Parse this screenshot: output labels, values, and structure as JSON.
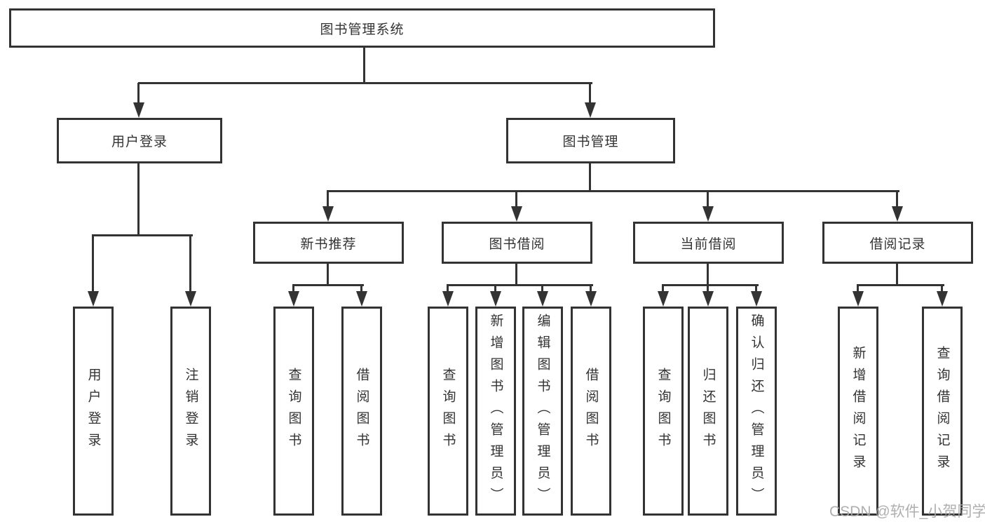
{
  "nodes": {
    "root": "图书管理系统",
    "user_login": "用户登录",
    "book_mgmt": "图书管理",
    "new_book_rec": "新书推荐",
    "book_borrow": "图书借阅",
    "current_borrow": "当前借阅",
    "borrow_record": "借阅记录",
    "ul_leaf1": "用户登录",
    "ul_leaf2": "注销登录",
    "nb_leaf1": "查询图书",
    "nb_leaf2": "借阅图书",
    "bb_leaf1": "查询图书",
    "bb_leaf2": "新增图书（管理员）",
    "bb_leaf3": "编辑图书（管理员）",
    "bb_leaf4": "借阅图书",
    "cb_leaf1": "查询图书",
    "cb_leaf2": "归还图书",
    "cb_leaf3": "确认归还（管理员）",
    "br_leaf1": "新增借阅记录",
    "br_leaf2": "查询借阅记录"
  },
  "hierarchy": {
    "图书管理系统": {
      "用户登录": [
        "用户登录",
        "注销登录"
      ],
      "图书管理": {
        "新书推荐": [
          "查询图书",
          "借阅图书"
        ],
        "图书借阅": [
          "查询图书",
          "新增图书（管理员）",
          "编辑图书（管理员）",
          "借阅图书"
        ],
        "当前借阅": [
          "查询图书",
          "归还图书",
          "确认归还（管理员）"
        ],
        "借阅记录": [
          "新增借阅记录",
          "查询借阅记录"
        ]
      }
    }
  },
  "watermark": {
    "text": "CSDN @软件_小贺同学"
  },
  "colors": {
    "line": "#333333",
    "box_border": "#333333",
    "box_fill": "#ffffff",
    "text": "#333333",
    "watermark": "#a8a8a8",
    "background": "#ffffff"
  }
}
